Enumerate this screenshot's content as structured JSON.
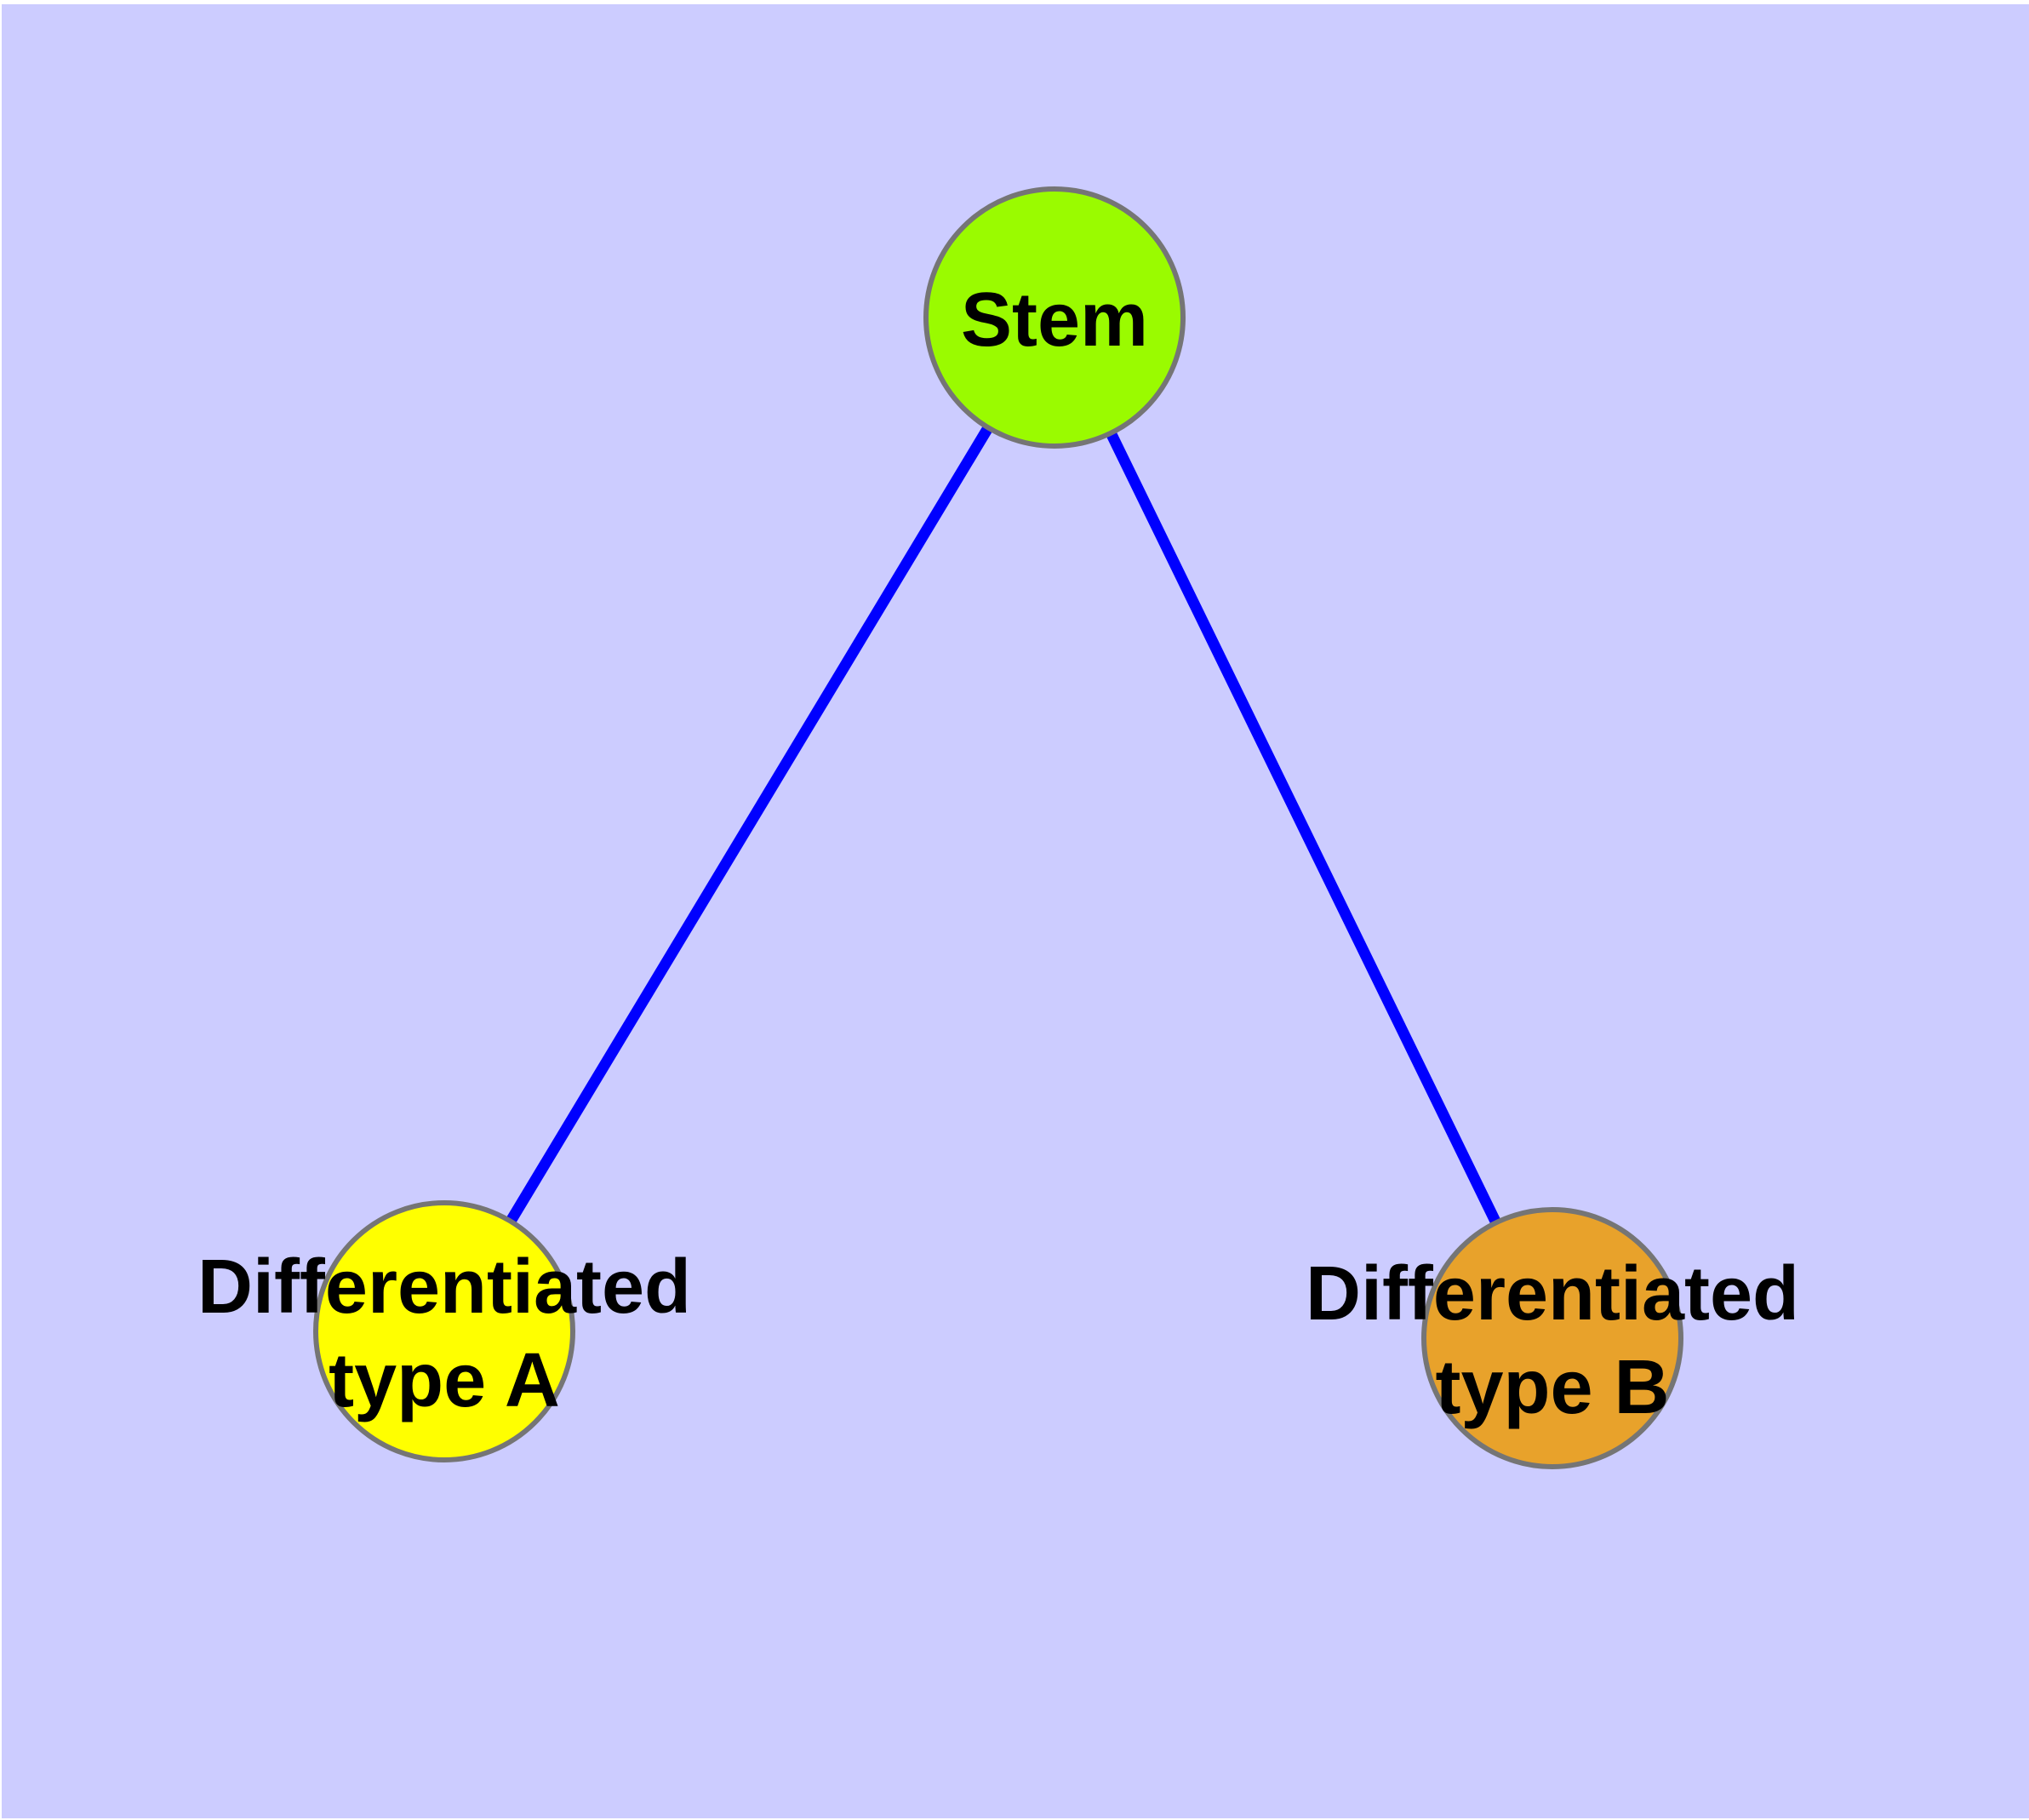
{
  "diagram": {
    "type": "graph",
    "description": "Stem cell differentiation graph with one stem node connected to two differentiated cell type nodes",
    "background_color": "#ccccff",
    "frame_color": "#ffffff",
    "edge_color": "#0000ff",
    "node_border_color": "#757575",
    "label_color": "#000000",
    "nodes": [
      {
        "id": "stem",
        "label": "Stem",
        "fill": "#9afb00"
      },
      {
        "id": "differentiated-type-a",
        "label": "Differentiated type A",
        "line1": "Differentiated",
        "line2": "type A",
        "fill": "#ffff00"
      },
      {
        "id": "differentiated-type-b",
        "label": "Differentiated type B",
        "line1": "Differentiated",
        "line2": "type B",
        "fill": "#e8a22b"
      }
    ],
    "edges": [
      {
        "from": "stem",
        "to": "differentiated-type-a"
      },
      {
        "from": "stem",
        "to": "differentiated-type-b"
      }
    ]
  }
}
